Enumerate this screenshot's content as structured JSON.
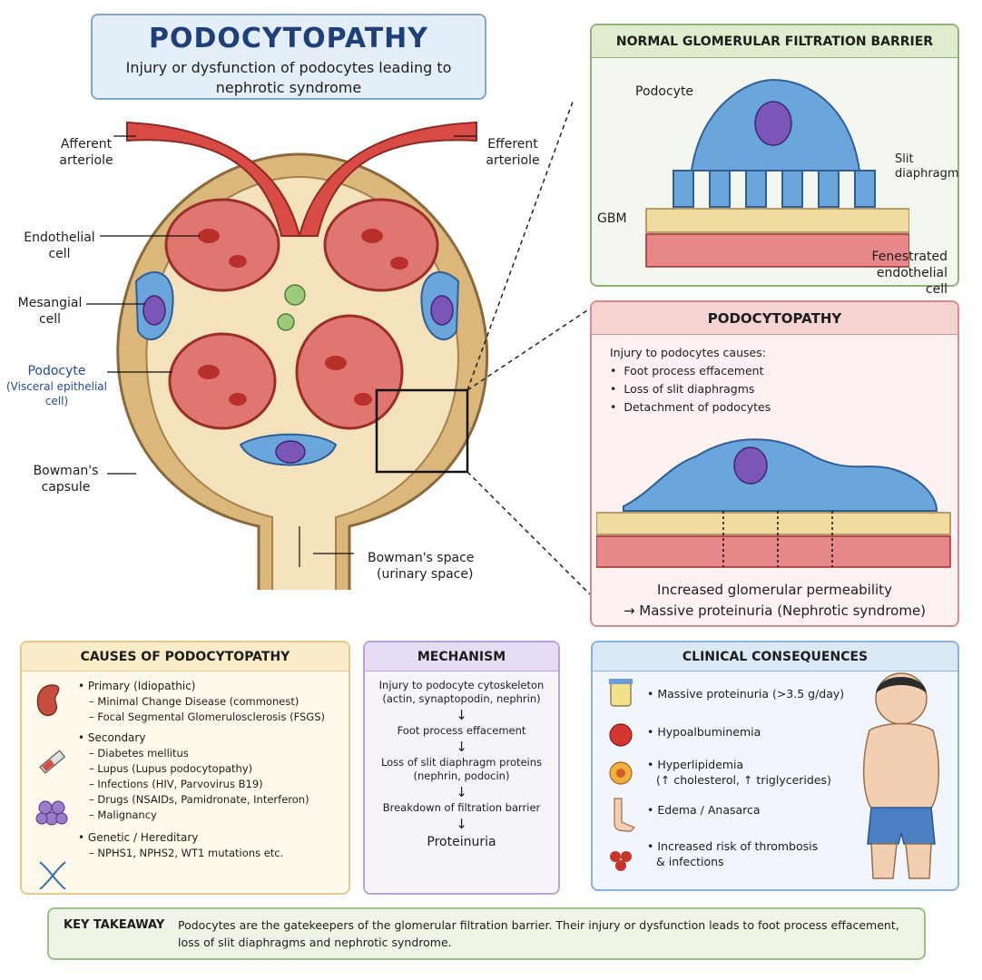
{
  "title": {
    "main": "PODOCYTOPATHY",
    "subtitle_line1": "Injury or dysfunction of podocytes leading to",
    "subtitle_line2": "nephrotic syndrome"
  },
  "diagram_labels": {
    "afferent_1": "Afferent",
    "afferent_2": "arteriole",
    "efferent_1": "Efferent",
    "efferent_2": "arteriole",
    "endothelial_1": "Endothelial",
    "endothelial_2": "cell",
    "mesangial_1": "Mesangial",
    "mesangial_2": "cell",
    "podocyte_1": "Podocyte",
    "podocyte_2": "(Visceral epithelial",
    "podocyte_3": "cell)",
    "bowman_1": "Bowman's",
    "bowman_2": "capsule",
    "space_1": "Bowman's space",
    "space_2": "(urinary space)"
  },
  "normal_panel": {
    "header": "NORMAL GLOMERULAR FILTRATION BARRIER",
    "podocyte": "Podocyte",
    "slit_1": "Slit",
    "slit_2": "diaphragm",
    "gbm": "GBM",
    "fen_1": "Fenestrated",
    "fen_2": "endothelial cell"
  },
  "podo_panel": {
    "header": "PODOCYTOPATHY",
    "intro": "Injury to podocytes causes:",
    "items": [
      "Foot process effacement",
      "Loss of slit diaphragms",
      "Detachment of podocytes"
    ],
    "result_1": "Increased glomerular permeability",
    "result_2": "→ Massive proteinuria (Nephrotic syndrome)"
  },
  "causes": {
    "header": "CAUSES OF PODOCYTOPATHY",
    "primary": "• Primary (Idiopathic)",
    "primary_items": [
      "– Minimal Change Disease (commonest)",
      "– Focal Segmental Glomerulosclerosis (FSGS)"
    ],
    "secondary": "• Secondary",
    "secondary_items": [
      "– Diabetes mellitus",
      "– Lupus (Lupus podocytopathy)",
      "– Infections (HIV, Parvovirus B19)",
      "– Drugs (NSAIDs, Pamidronate, Interferon)",
      "– Malignancy"
    ],
    "genetic": "• Genetic / Hereditary",
    "genetic_items": [
      "– NPHS1, NPHS2, WT1 mutations etc."
    ]
  },
  "mechanism": {
    "header": "MECHANISM",
    "step1_a": "Injury to podocyte cytoskeleton",
    "step1_b": "(actin, synaptopodin, nephrin)",
    "step2": "Foot process effacement",
    "step3_a": "Loss of slit diaphragm proteins",
    "step3_b": "(nephrin, podocin)",
    "step4": "Breakdown of filtration barrier",
    "step5": "Proteinuria",
    "arrow": "↓"
  },
  "clinical": {
    "header": "CLINICAL CONSEQUENCES",
    "items": [
      {
        "a": "• Massive proteinuria (>3.5 g/day)",
        "b": ""
      },
      {
        "a": "• Hypoalbuminemia",
        "b": ""
      },
      {
        "a": "• Hyperlipidemia",
        "b": "(↑ cholesterol, ↑ triglycerides)"
      },
      {
        "a": "• Edema / Anasarca",
        "b": ""
      },
      {
        "a": "• Increased risk of thrombosis",
        "b": "& infections"
      }
    ]
  },
  "key": {
    "label": "KEY TAKEAWAY",
    "line1": "Podocytes are the gatekeepers of the glomerular filtration barrier. Their injury or dysfunction leads to foot process effacement,",
    "line2": "loss of slit diaphragms and nephrotic syndrome."
  },
  "colors": {
    "navy": "#1e3f7a",
    "podocyte_blue": "#6aa6dc",
    "nucleus_purple": "#7b55b8",
    "vessel_red": "#d94b45",
    "capsule_tan": "#d7ad6e",
    "gbm_yellow": "#f0dba0"
  }
}
